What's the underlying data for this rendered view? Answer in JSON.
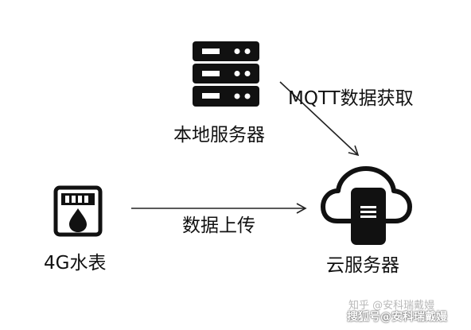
{
  "nodes": {
    "server": {
      "label": "本地服务器",
      "icon": "server-rack-icon"
    },
    "meter": {
      "label": "4G水表",
      "icon": "water-meter-icon"
    },
    "cloud": {
      "label": "云服务器",
      "icon": "cloud-server-icon"
    }
  },
  "edges": {
    "mqtt": {
      "label": "MQTT数据获取",
      "from": "server",
      "to": "cloud"
    },
    "upload": {
      "label": "数据上传",
      "from": "meter",
      "to": "cloud"
    }
  },
  "watermark": {
    "line1": "知乎 @安科瑞戴嫚",
    "line2": "搜狐号@安科瑞戴嫚"
  },
  "colors": {
    "icon": "#111111",
    "line": "#222222",
    "background": "#ffffff"
  }
}
